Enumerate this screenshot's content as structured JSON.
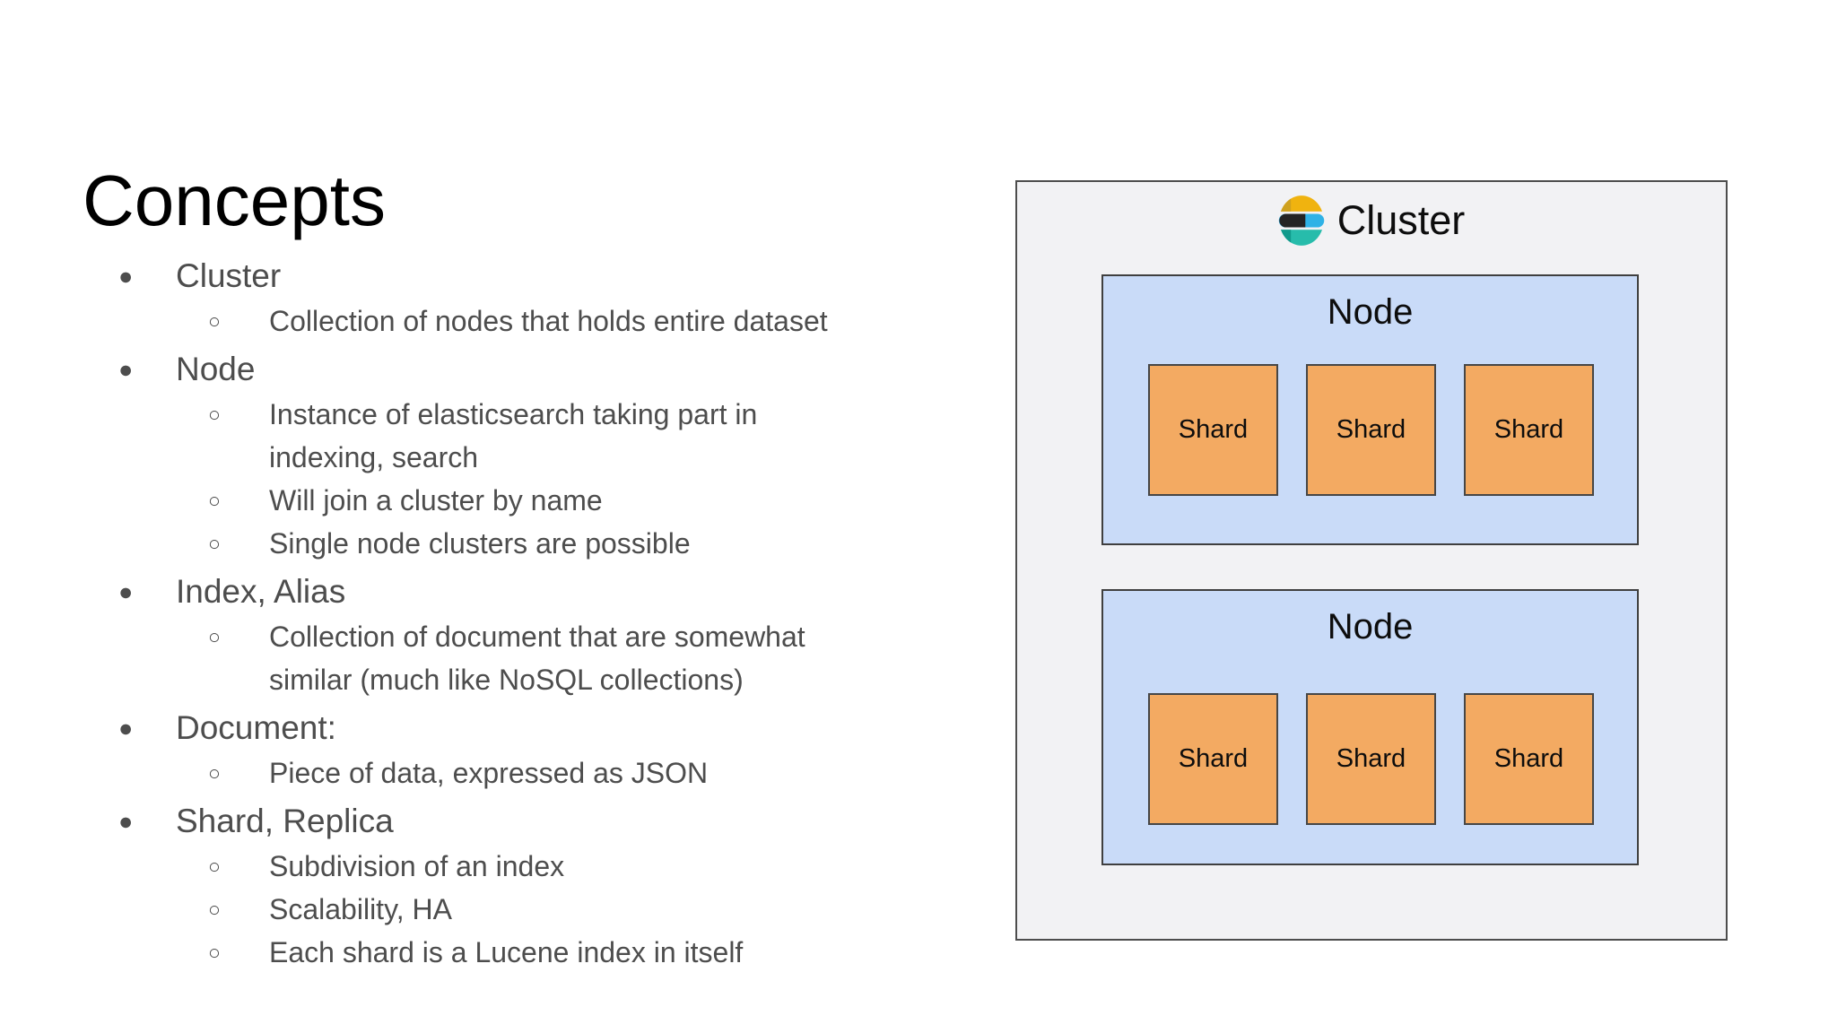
{
  "title": "Concepts",
  "list": {
    "bullet": "●",
    "sub_bullet": "○",
    "items": [
      {
        "label": "Cluster",
        "subs": [
          {
            "lines": [
              "Collection of nodes that holds entire dataset"
            ]
          }
        ]
      },
      {
        "label": "Node",
        "subs": [
          {
            "lines": [
              "Instance of elasticsearch taking part in",
              "indexing, search"
            ]
          },
          {
            "lines": [
              "Will join a cluster by name"
            ]
          },
          {
            "lines": [
              "Single node clusters are possible"
            ]
          }
        ]
      },
      {
        "label": "Index, Alias",
        "subs": [
          {
            "lines": [
              "Collection of document that are somewhat",
              "similar (much like NoSQL collections)"
            ]
          }
        ]
      },
      {
        "label": "Document:",
        "subs": [
          {
            "lines": [
              "Piece of data, expressed as JSON"
            ]
          }
        ]
      },
      {
        "label": "Shard, Replica",
        "subs": [
          {
            "lines": [
              "Subdivision of an index"
            ]
          },
          {
            "lines": [
              "Scalability, HA"
            ]
          },
          {
            "lines": [
              "Each shard is a Lucene index in itself"
            ]
          }
        ]
      }
    ]
  },
  "diagram": {
    "cluster_label": "Cluster",
    "logo_icon": "elasticsearch-logo",
    "colors": {
      "cluster_fill": "#f2f2f4",
      "node_fill": "#c9dbf8",
      "shard_fill": "#f3aa62",
      "border": "#4d4d4d",
      "logo_yellow": "#f0b30f",
      "logo_yellow_dark": "#cfa11f",
      "logo_blue": "#2fb2e6",
      "logo_black": "#242424",
      "logo_teal": "#27bcab",
      "logo_teal_dark": "#129a8c"
    },
    "nodes": [
      {
        "label": "Node",
        "shards": [
          "Shard",
          "Shard",
          "Shard"
        ]
      },
      {
        "label": "Node",
        "shards": [
          "Shard",
          "Shard",
          "Shard"
        ]
      }
    ]
  }
}
